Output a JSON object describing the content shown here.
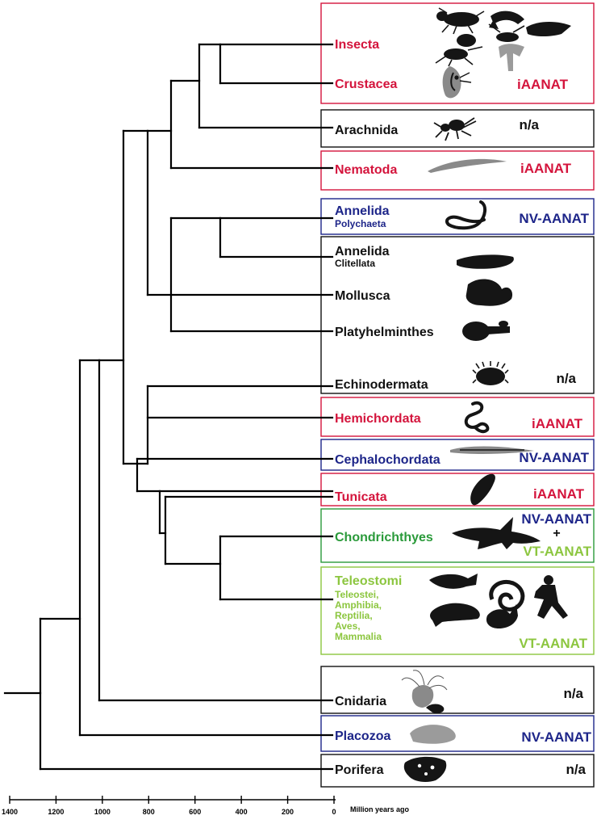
{
  "colors": {
    "red": "#d4143c",
    "navy": "#1d2589",
    "green": "#2a9a3a",
    "lime": "#8cc63f",
    "black": "#111111",
    "tree": "#000000"
  },
  "taxa": {
    "insecta": "Insecta",
    "crustacea": "Crustacea",
    "arachnida": "Arachnida",
    "nematoda": "Nematoda",
    "annelida_poly": "Annelida",
    "polychaeta": "Polychaeta",
    "annelida_clit": "Annelida",
    "clitellata": "Clitellata",
    "mollusca": "Mollusca",
    "platyhelminthes": "Platyhelminthes",
    "echinodermata": "Echinodermata",
    "hemichordata": "Hemichordata",
    "cephalochordata": "Cephalochordata",
    "tunicata": "Tunicata",
    "chondrichthyes": "Chondrichthyes",
    "teleostomi": "Teleostomi",
    "teleostomi_members": [
      "Teleostei,",
      "Amphibia,",
      "Reptilia,",
      "Aves,",
      "Mammalia"
    ],
    "cnidaria": "Cnidaria",
    "placozoa": "Placozoa",
    "porifera": "Porifera"
  },
  "enzyme_tags": {
    "arthropod": "iAANAT",
    "arachnida": "n/a",
    "nematoda": "iAANAT",
    "polychaeta": "NV-AANAT",
    "echinodermata": "n/a",
    "hemichordata": "iAANAT",
    "cephalochordata": "NV-AANAT",
    "tunicata": "iAANAT",
    "chondrichthyes_nv": "NV-AANAT",
    "chondrichthyes_plus": "+",
    "chondrichthyes_vt": "VT-AANAT",
    "teleostomi": "VT-AANAT",
    "cnidaria": "n/a",
    "placozoa": "NV-AANAT",
    "porifera": "n/a"
  },
  "time_axis": {
    "ticks": [
      "1400",
      "1200",
      "1000",
      "800",
      "600",
      "400",
      "200",
      "0"
    ],
    "tick_values": [
      1400,
      1200,
      1000,
      800,
      600,
      400,
      200,
      0
    ],
    "unit_label": "Million years ago"
  },
  "icons": [
    "insect-icon",
    "crustacean-icon",
    "spider-icon",
    "nematode-icon",
    "polychaete-icon",
    "leech-icon",
    "snail-icon",
    "flatworm-icon",
    "sea-urchin-icon",
    "acorn-worm-icon",
    "lancelet-icon",
    "tunicate-icon",
    "shark-icon",
    "teleostomi-icons",
    "hydra-icon",
    "placozoan-icon",
    "sponge-icon"
  ]
}
